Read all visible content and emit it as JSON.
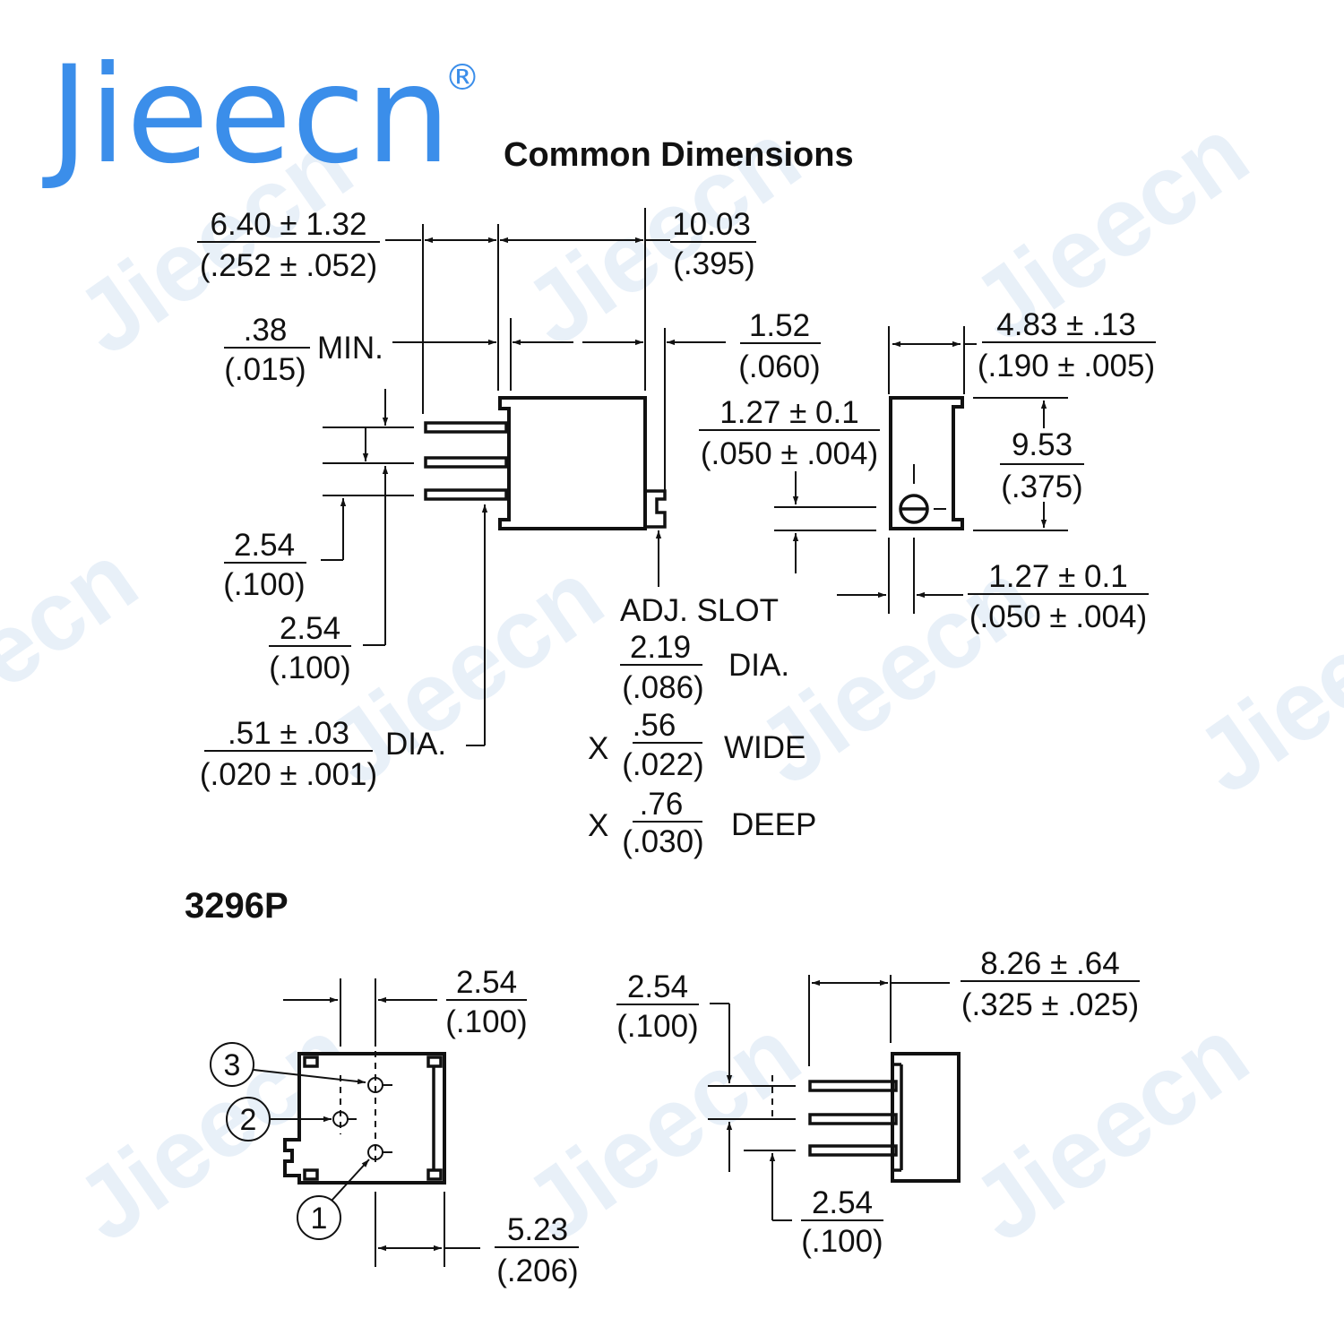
{
  "brand": {
    "name": "Jieecn",
    "registered_mark": "®",
    "color": "#3b8eea"
  },
  "watermark": {
    "text": "Jieecn",
    "color": "#d6e4f4"
  },
  "title": "Common Dimensions",
  "model": "3296P",
  "side_view": {
    "overall": {
      "mm": "6.40 ± 1.32",
      "in": "(.252 ± .052)"
    },
    "body_width": {
      "mm": "10.03",
      "in": "(.395)"
    },
    "standoff_min": {
      "mm": ".38",
      "in": "(.015)",
      "suffix": "MIN."
    },
    "slot_offset": {
      "mm": "1.52",
      "in": "(.060)"
    },
    "pin_spacing_lower": {
      "mm": "2.54",
      "in": "(.100)"
    },
    "pin_spacing_upper": {
      "mm": "2.54",
      "in": "(.100)"
    },
    "pin_dia": {
      "mm": ".51 ± .03",
      "in": "(.020 ± .001)",
      "suffix": "DIA."
    },
    "adj_slot": {
      "label": "ADJ. SLOT",
      "dia": {
        "mm": "2.19",
        "in": "(.086)",
        "suffix": "DIA."
      },
      "wide": {
        "prefix": "X",
        "mm": ".56",
        "in": "(.022)",
        "suffix": "WIDE"
      },
      "deep": {
        "prefix": "X",
        "mm": ".76",
        "in": "(.030)",
        "suffix": "DEEP"
      }
    }
  },
  "end_view": {
    "thickness": {
      "mm": "4.83 ± .13",
      "in": "(.190 ± .005)"
    },
    "height": {
      "mm": "9.53",
      "in": "(.375)"
    },
    "slot_height": {
      "mm": "1.27 ± 0.1",
      "in": "(.050 ± .004)"
    },
    "slot_width": {
      "mm": "1.27 ± 0.1",
      "in": "(.050 ± .004)"
    }
  },
  "bottom_view": {
    "pin_offset": {
      "mm": "2.54",
      "in": "(.100)"
    },
    "row_offset": {
      "mm": "5.23",
      "in": "(.206)"
    },
    "pins": [
      "3",
      "2",
      "1"
    ]
  },
  "front_view": {
    "pin_spacing_top": {
      "mm": "2.54",
      "in": "(.100)"
    },
    "pin_spacing_bottom": {
      "mm": "2.54",
      "in": "(.100)"
    },
    "lead_length": {
      "mm": "8.26 ± .64",
      "in": "(.325 ± .025)"
    }
  }
}
